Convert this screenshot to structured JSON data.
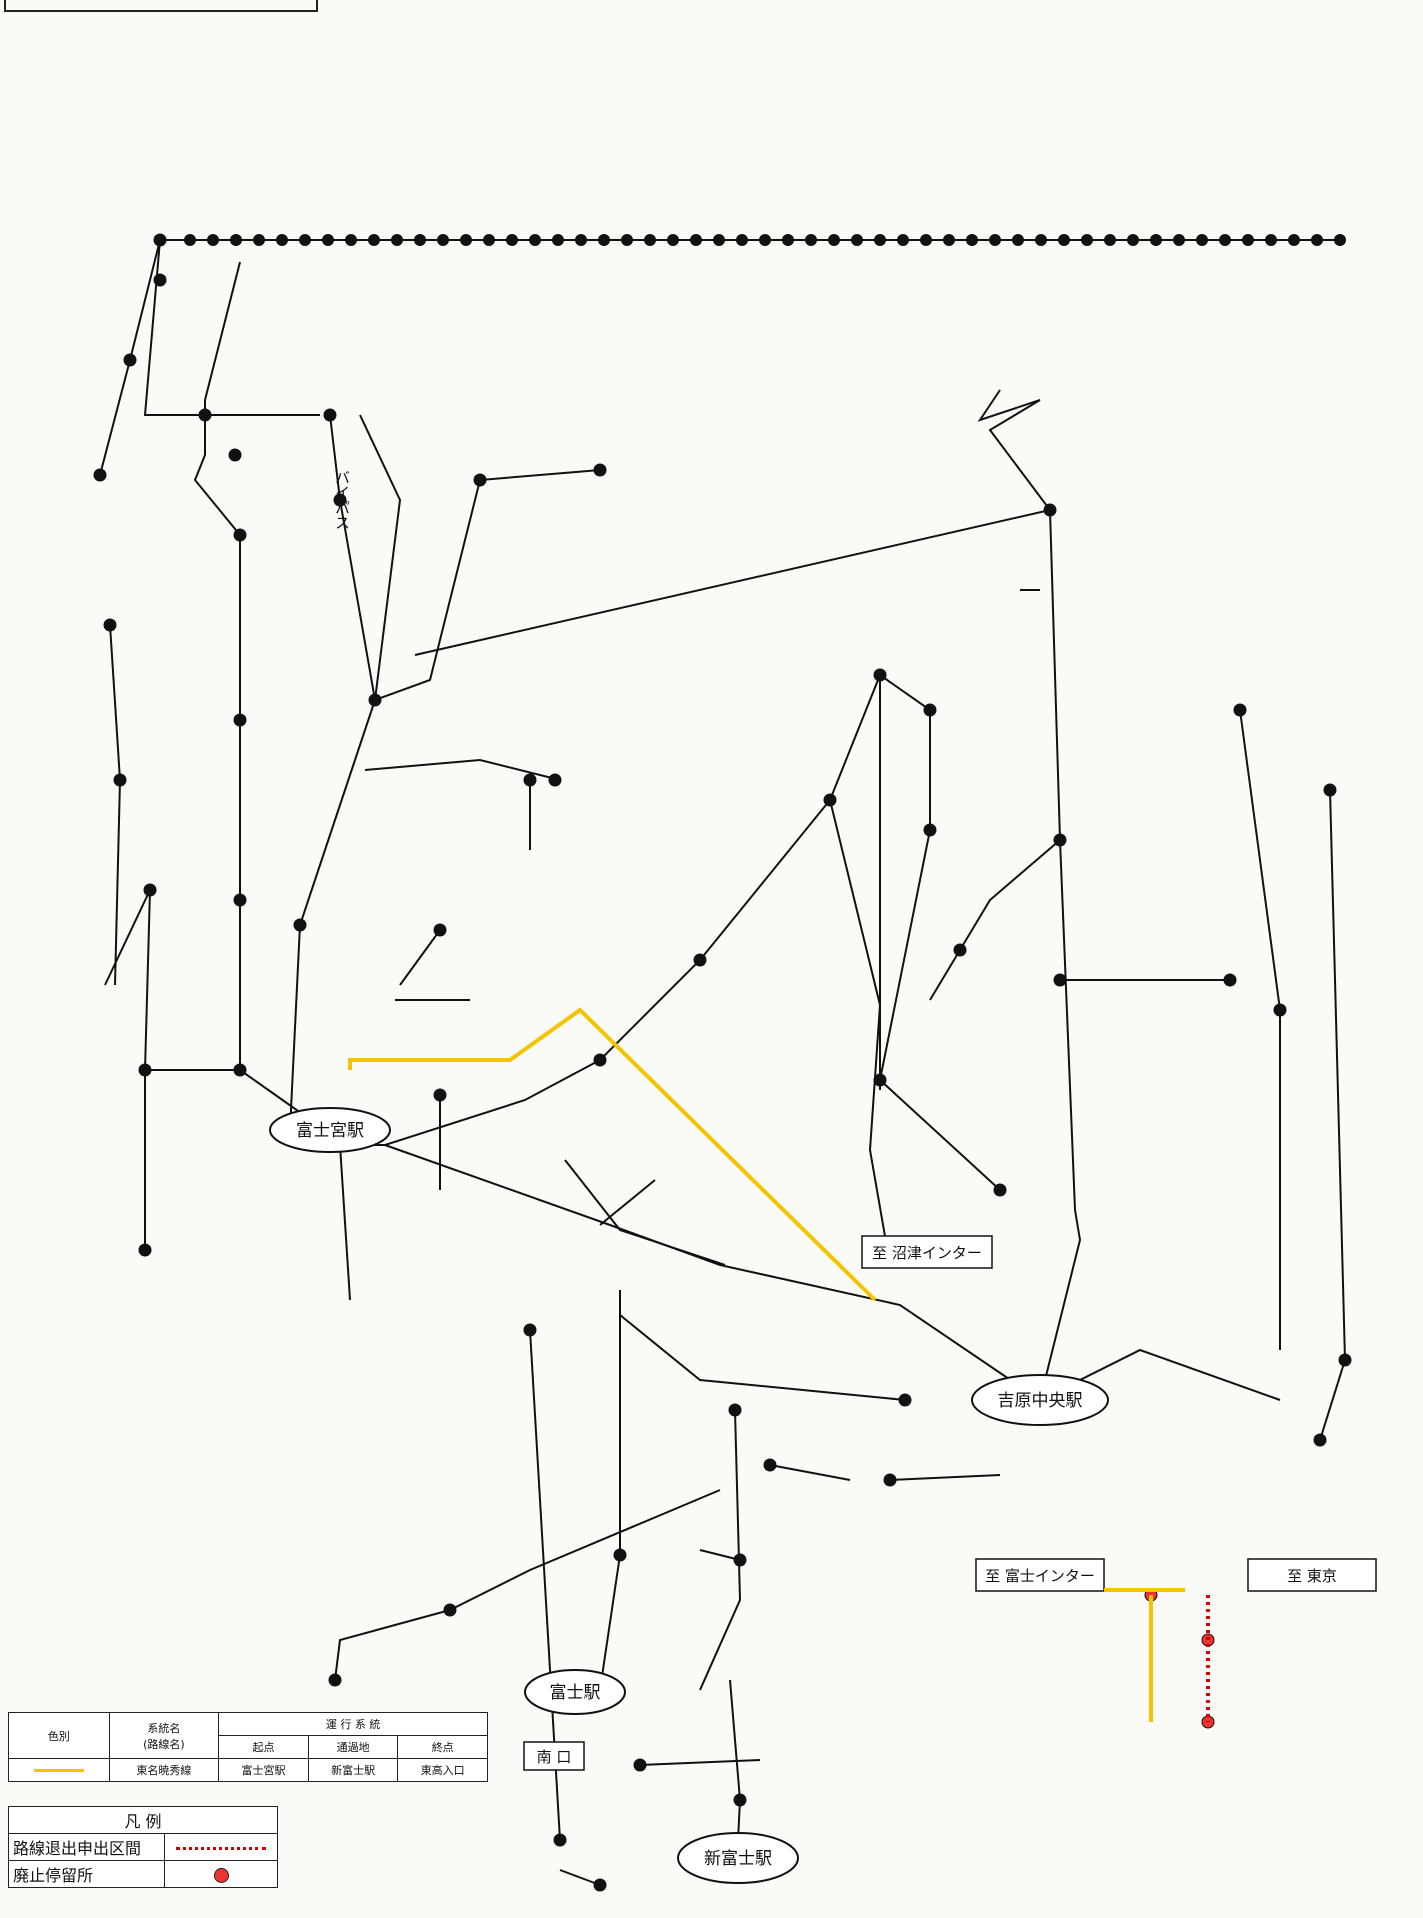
{
  "legend": {
    "h_color": "色別",
    "h_system": "系統名\n(路線名)",
    "h_operation": "運 行 系 統",
    "h_start": "起点",
    "h_via": "通過地",
    "h_end": "終点",
    "row_system": "東名暁秀線",
    "row_start": "富士宮駅",
    "row_via": "新富士駅",
    "row_end": "東高入口",
    "title": "凡 例",
    "withdrawal": "路線退出申出区間",
    "abolished": "廃止停留所"
  },
  "terminals": {
    "fujinomiya": "富士宮駅",
    "yoshiwara": "吉原中央駅",
    "fuji": "富士駅",
    "shinfuji": "新富士駅",
    "minamiguchi": "南 口"
  },
  "boxes": {
    "numazu": "至 沼津インター",
    "fuji_ic": "至 富士インター",
    "tokyo": "至 東京"
  },
  "route_names": {
    "bypass": "バイパス"
  },
  "colors": {
    "line": "#111111",
    "highlight": "#f5c400",
    "withdrawal": "#cc0000",
    "abolished": "#e83333"
  }
}
